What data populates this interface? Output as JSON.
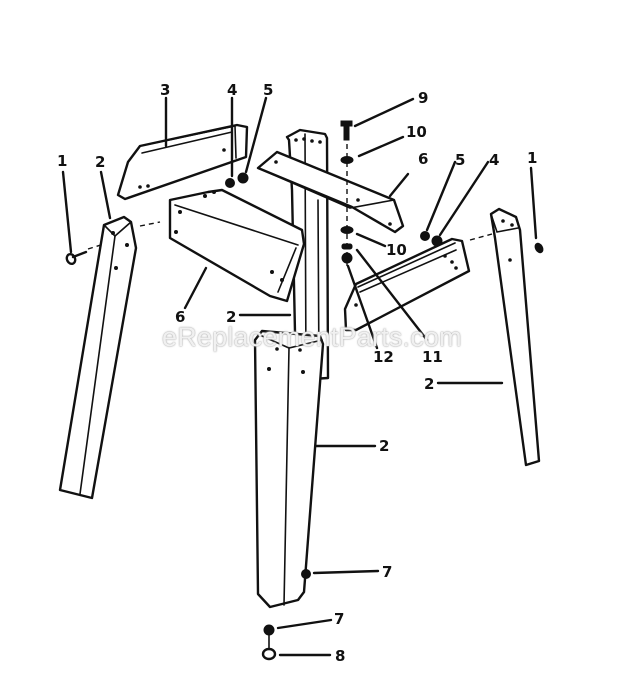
{
  "diagram": {
    "type": "exploded parts diagram",
    "subject": "saw stand legs and aprons",
    "watermark": "eReplacementParts.com",
    "colors": {
      "ink": "#111111",
      "background": "#ffffff"
    },
    "callouts": [
      {
        "id": "c1-left",
        "label": "1",
        "part": "bolt (left leg)"
      },
      {
        "id": "c2-left",
        "label": "2",
        "part": "leg (left)"
      },
      {
        "id": "c3",
        "label": "3",
        "part": "apron (rear left)"
      },
      {
        "id": "c4-left",
        "label": "4",
        "part": "nut (left)"
      },
      {
        "id": "c5-left",
        "label": "5",
        "part": "washer (left)"
      },
      {
        "id": "c6-left",
        "label": "6",
        "part": "apron (front left)"
      },
      {
        "id": "c2-center-upper",
        "label": "2",
        "part": "leg (rear center)"
      },
      {
        "id": "c9",
        "label": "9",
        "part": "screw"
      },
      {
        "id": "c10-top",
        "label": "10",
        "part": "washer (upper)"
      },
      {
        "id": "c6-right",
        "label": "6",
        "part": "apron (rear right)"
      },
      {
        "id": "c5-right",
        "label": "5",
        "part": "washer (right)"
      },
      {
        "id": "c4-right",
        "label": "4",
        "part": "nut (right)"
      },
      {
        "id": "c1-right",
        "label": "1",
        "part": "bolt (right leg)"
      },
      {
        "id": "c10-bottom",
        "label": "10",
        "part": "washer (lower)"
      },
      {
        "id": "c12",
        "label": "12",
        "part": "nut"
      },
      {
        "id": "c11",
        "label": "11",
        "part": "lock washer"
      },
      {
        "id": "c2-right",
        "label": "2",
        "part": "leg (right)"
      },
      {
        "id": "c2-front",
        "label": "2",
        "part": "leg (front)"
      },
      {
        "id": "c7-upper",
        "label": "7",
        "part": "foot / glide (upper)"
      },
      {
        "id": "c7-lower",
        "label": "7",
        "part": "foot / glide (lower)"
      },
      {
        "id": "c8",
        "label": "8",
        "part": "leveling screw"
      }
    ]
  }
}
